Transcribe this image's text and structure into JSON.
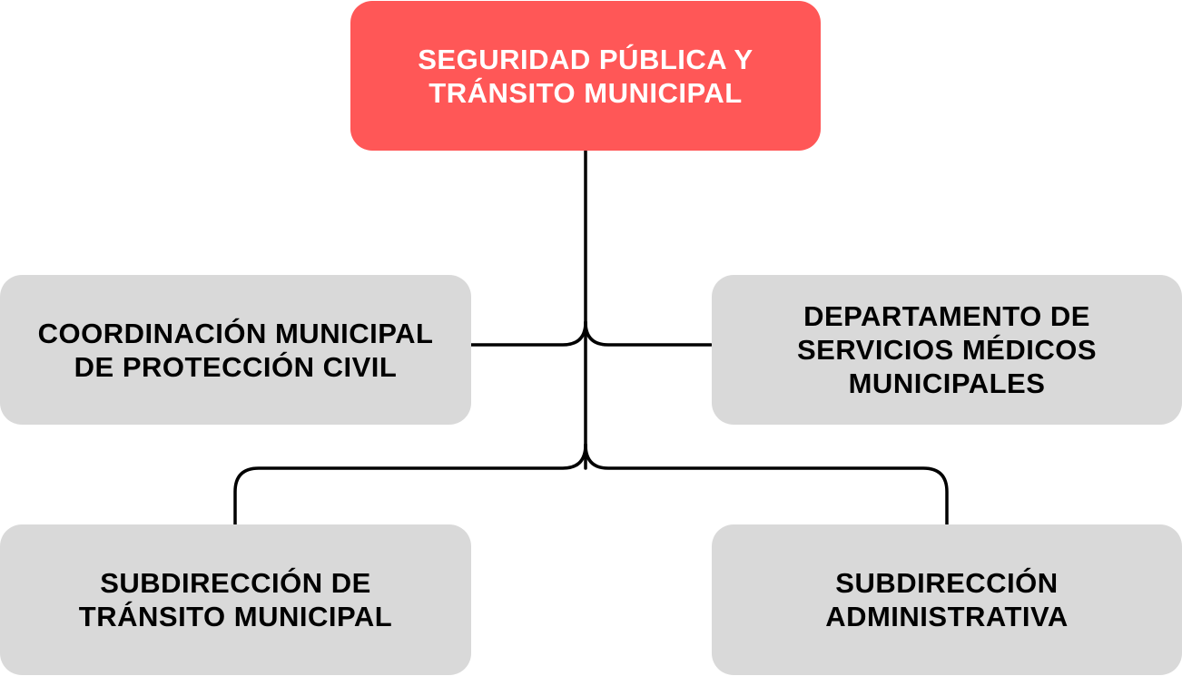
{
  "colors": {
    "root_fill": "#ff5757",
    "child_fill": "#d9d9d9",
    "connector": "#000000",
    "background": "#ffffff"
  },
  "root": {
    "lines": [
      "SEGURIDAD PÚBLICA Y",
      "TRÁNSITO MUNICIPAL"
    ]
  },
  "children": {
    "proteccion_civil": {
      "lines": [
        "COORDINACIÓN MUNICIPAL",
        "DE PROTECCIÓN CIVIL"
      ]
    },
    "servicios_medicos": {
      "lines": [
        "DEPARTAMENTO DE",
        "SERVICIOS MÉDICOS",
        "MUNICIPALES"
      ]
    },
    "transito": {
      "lines": [
        "SUBDIRECCIÓN DE",
        "TRÁNSITO MUNICIPAL"
      ]
    },
    "administrativa": {
      "lines": [
        "SUBDIRECCIÓN",
        "ADMINISTRATIVA"
      ]
    }
  }
}
